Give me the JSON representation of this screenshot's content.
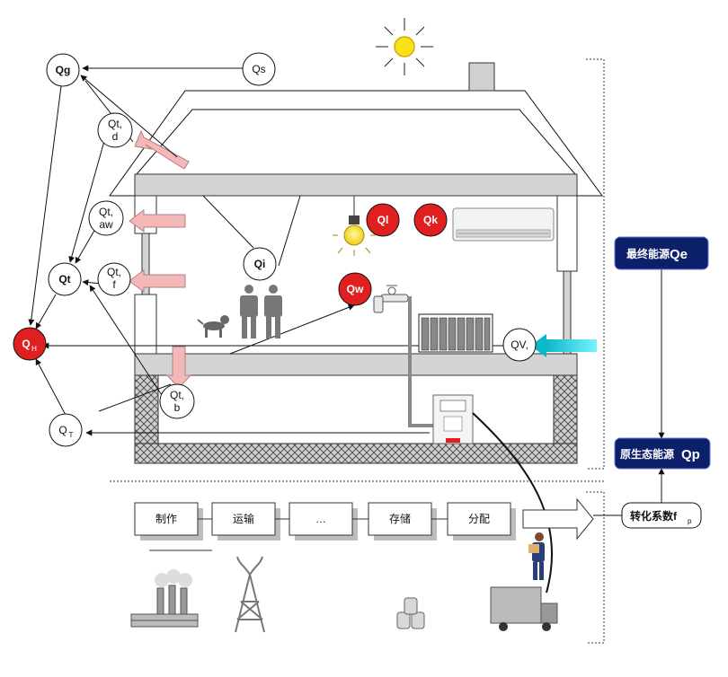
{
  "nodes": {
    "qg": "Qg",
    "qs": "Qs",
    "qt_d": {
      "line1": "Qt,",
      "line2": "d"
    },
    "qt_aw": {
      "line1": "Qt,",
      "line2": "aw"
    },
    "qt_f": {
      "line1": "Qt,",
      "line2": "f"
    },
    "qt": "Qt",
    "qh": {
      "main": "Q",
      "sub": "H"
    },
    "qt_b": {
      "line1": "Qt,",
      "line2": "b"
    },
    "qT": {
      "main": "Q",
      "sub": "T"
    },
    "qi": "Qi",
    "ql": "Ql",
    "qk": "Qk",
    "qw": "Qw",
    "qv": "QV,"
  },
  "energy_panels": {
    "final": {
      "label": "最终能源",
      "symbol": "Qe"
    },
    "primary": {
      "label": "原生态能源",
      "symbol": "Qp"
    },
    "factor": {
      "label": "转化系数f",
      "sub": "p"
    }
  },
  "chain": [
    "制作",
    "运输",
    "…",
    "存储",
    "分配"
  ],
  "colors": {
    "red": "#e02020",
    "navy": "#0b1f6b",
    "pink": "#f5b8b8",
    "cyan": "#22d8e8",
    "wall": "#d4d4d4"
  }
}
